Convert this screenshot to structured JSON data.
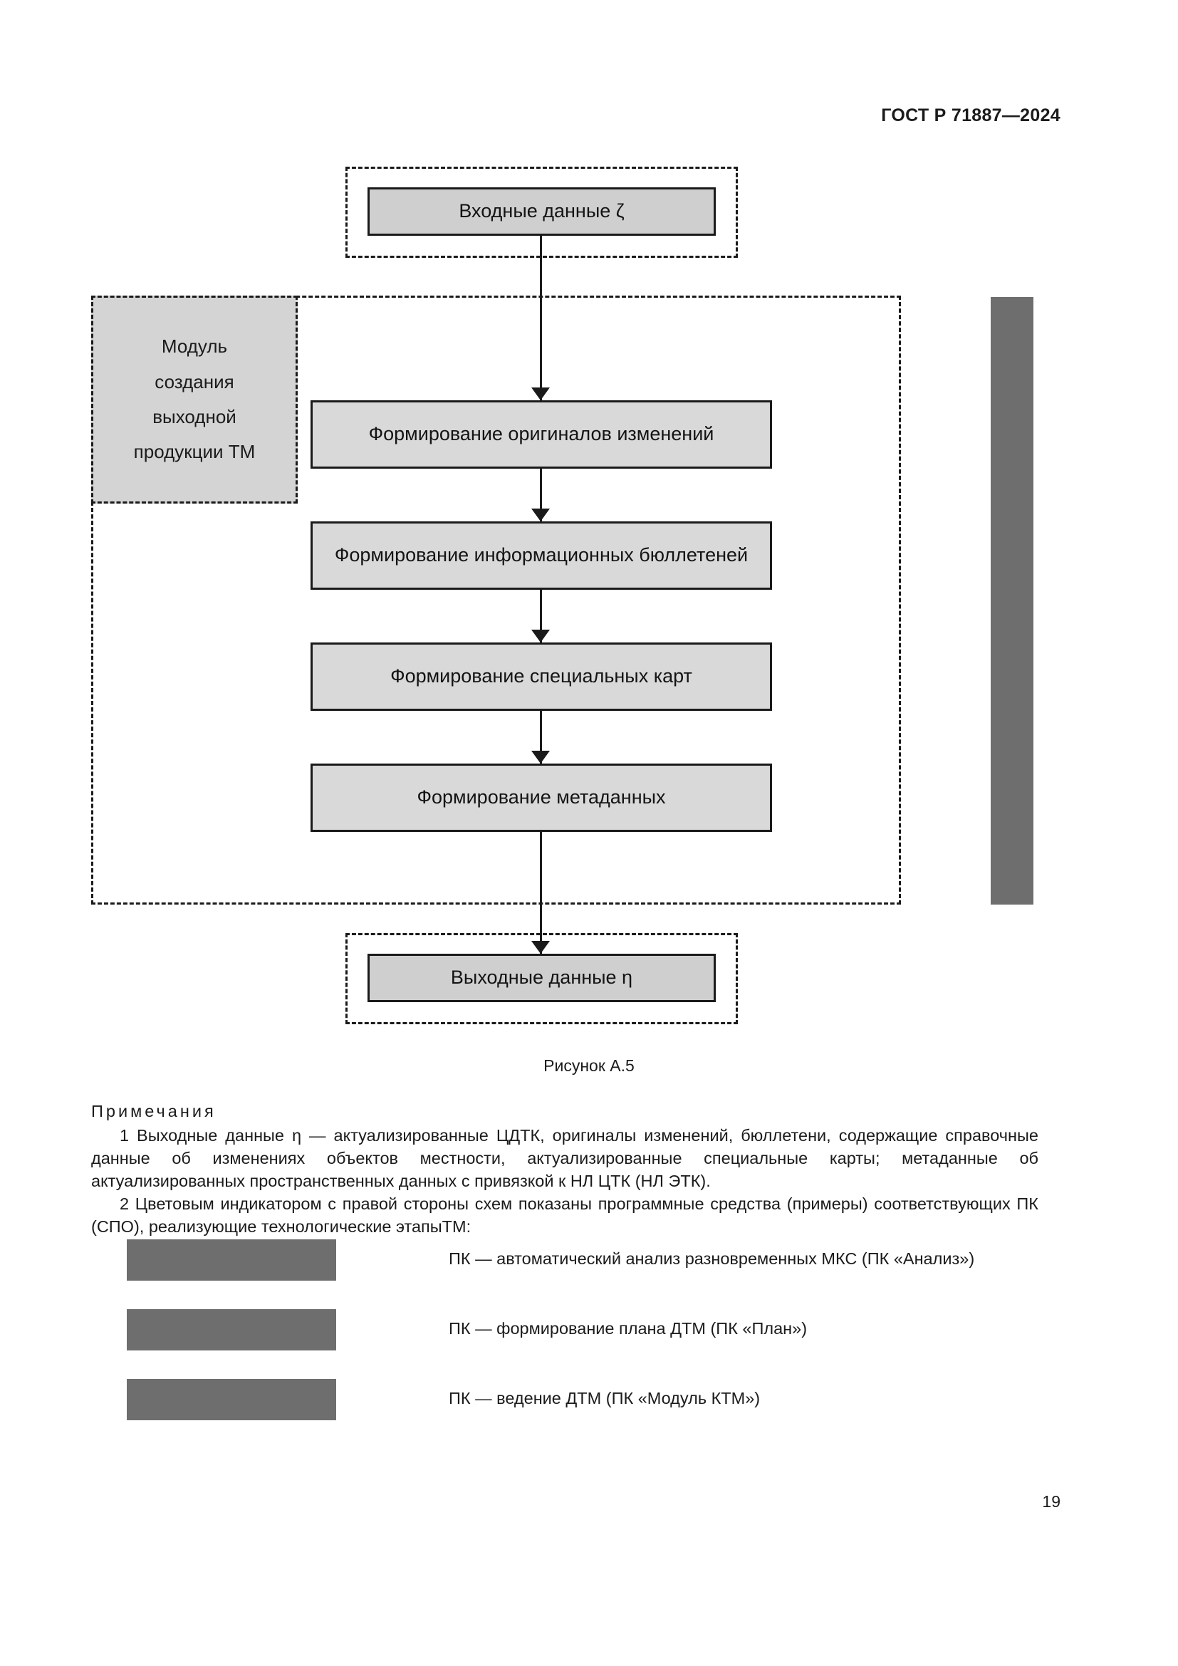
{
  "header": {
    "standard_title": "ГОСТ Р 71887—2024"
  },
  "figure": {
    "caption": "Рисунок А.5",
    "module_label_lines": [
      "Модуль",
      "создания",
      "выходной",
      "продукции ТМ"
    ],
    "input_node": "Входные данные ζ",
    "output_node": "Выходные данные η",
    "steps": [
      "Формирование оригиналов изменений",
      "Формирование информационных бюллетеней",
      "Формирование специальных карт",
      "Формирование метаданных"
    ],
    "colors": {
      "node_fill": "#d9d9d9",
      "io_fill": "#cfcfcf",
      "module_fill": "#d4d4d4",
      "indicator_gray": "#6e6e6e",
      "line": "#1a1a1a"
    }
  },
  "notes": {
    "title": "Примечания",
    "items": [
      "1 Выходные данные η — актуализированные ЦДТК, оригиналы изменений, бюллетени, содержащие справочные данные об изменениях объектов местности, актуализированные специальные карты; метаданные об актуализированных пространственных данных с привязкой к НЛ ЦТК (НЛ ЭТК).",
      "2 Цветовым индикатором с правой стороны схем показаны программные средства (примеры) соответствующих ПК (СПО), реализующие технологические этапыТМ:"
    ]
  },
  "legend": {
    "items": [
      "ПК — автоматический анализ разновременных МКС (ПК «Анализ»)",
      "ПК — формирование плана ДТМ (ПК «План»)",
      "ПК — ведение ДТМ (ПК «Модуль КТМ»)"
    ]
  },
  "footer": {
    "page_number": "19"
  }
}
